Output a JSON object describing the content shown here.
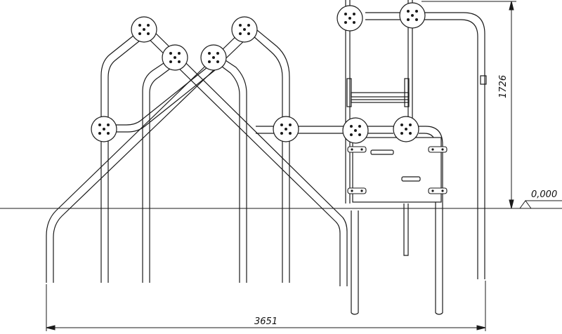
{
  "dimensions": {
    "overall_width": "3651",
    "height": "1726",
    "ground_level": "0,000"
  },
  "colors": {
    "line": "#1a1a1a",
    "background": "#ffffff"
  }
}
